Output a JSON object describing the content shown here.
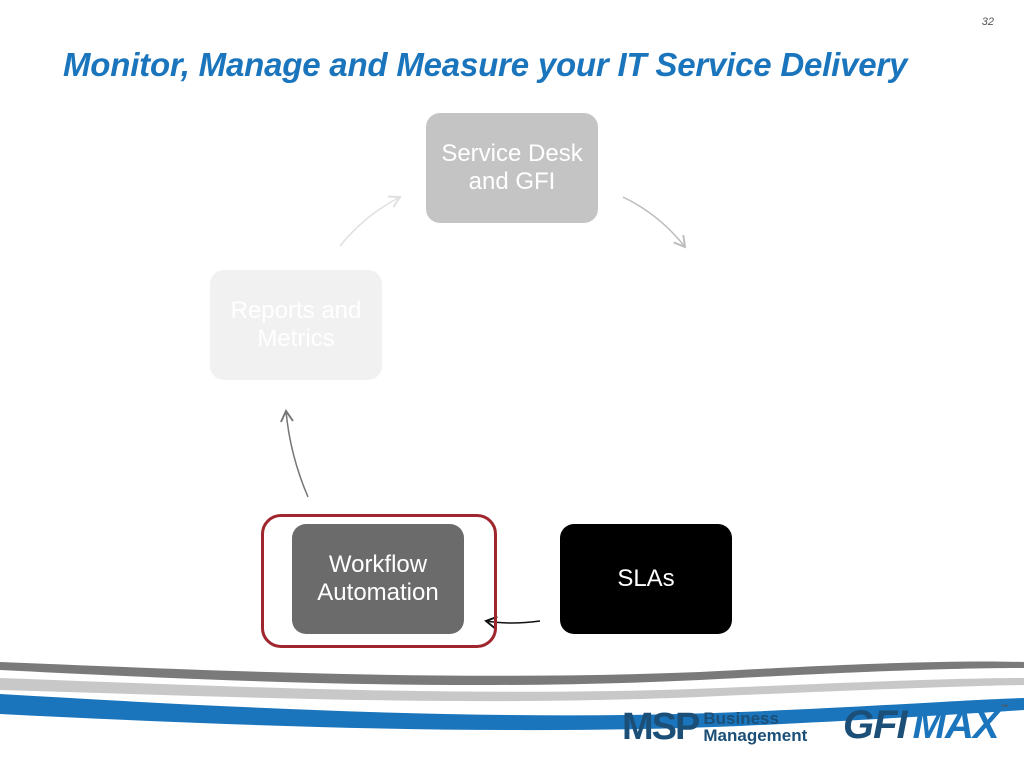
{
  "page_number": "32",
  "title": "Monitor, Manage and Measure your IT Service Delivery",
  "nodes": {
    "service_desk": "Service Desk and GFI",
    "reports": "Reports and Metrics",
    "workflow": "Workflow Automation",
    "slas": "SLAs"
  },
  "footer": {
    "msp_logo": {
      "big": "MSP",
      "line1": "Business",
      "line2": "Management"
    },
    "gfi_logo": {
      "gfi": "GFI",
      "max": "MAX",
      "tm": "™"
    }
  },
  "colors": {
    "title": "#1a75bc",
    "highlight": "#a0262e",
    "service_desk_fill": "#c4c4c4",
    "reports_fill": "#f1f1f1",
    "workflow_fill": "#6b6b6b",
    "slas_fill": "#000000"
  }
}
